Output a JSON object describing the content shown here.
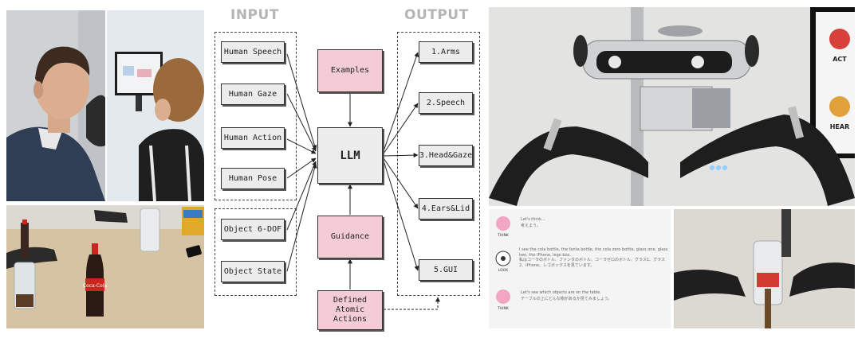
{
  "diagram": {
    "input_header": "INPUT",
    "output_header": "OUTPUT",
    "inputs": [
      "Human Speech",
      "Human Gaze",
      "Human Action",
      "Human Pose",
      "Object 6-DOF",
      "Object State"
    ],
    "center": {
      "examples": "Examples",
      "llm": "LLM",
      "guidance": "Guidance",
      "atomic": "Defined Atomic Actions"
    },
    "outputs": [
      "1.Arms",
      "2.Speech",
      "3.Head&Gaze",
      "4.Ears&Lid",
      "5.GUI"
    ]
  },
  "gui_screen": {
    "rows": [
      {
        "icon": "brain-icon",
        "icon_label": "THINK",
        "en": "Let's think...",
        "jp": "考えよう。"
      },
      {
        "icon": "eye-icon",
        "icon_label": "LOOK",
        "en": "I see the cola bottle, the fanta bottle, the cola zero bottle, glass one, glass two, the iPhone, lego box.",
        "jp": "私はコーラのボトル、ファンタのボトル、コーラゼロのボトル、グラス1、グラス2、iPhone、レゴボックスを見ています。"
      },
      {
        "icon": "brain-icon",
        "icon_label": "THINK",
        "en": "Let's see which objects are on the table.",
        "jp": "テーブルの上にどんな物があるか見てみましょう。"
      }
    ]
  },
  "robot_screen": {
    "labels": [
      "ACT",
      "HEAR"
    ]
  },
  "bottle": {
    "label": "Coca-Cola"
  },
  "colors": {
    "pink": "#f3ccd6",
    "gray_box": "#ececec",
    "header_gray": "#b5b5b5"
  }
}
